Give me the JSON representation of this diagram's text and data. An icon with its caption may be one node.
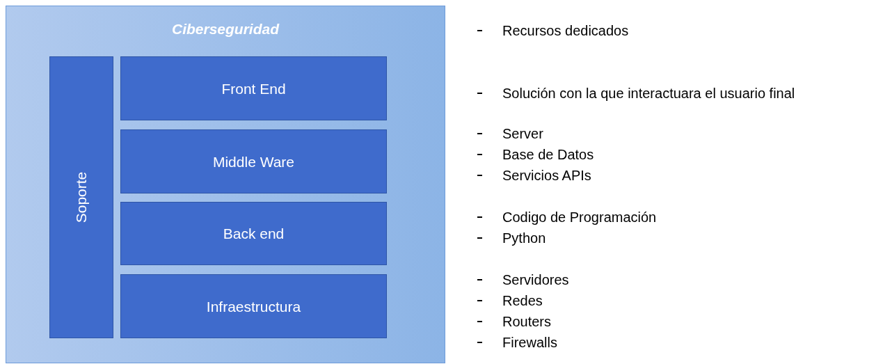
{
  "diagram": {
    "nodes": [
      {
        "text": [
          "Ciberseguridad"
        ]
      },
      {
        "text": [
          "Soporte"
        ],
        "in": 0
      },
      {
        "text": [
          "Front End"
        ],
        "in": 0
      },
      {
        "text": [
          "Middle Ware"
        ],
        "in": 0
      },
      {
        "text": [
          "Back end"
        ],
        "in": 0
      },
      {
        "text": [
          "Infraestructura"
        ],
        "in": 0
      }
    ],
    "labels": [
      "Recursos dedicados",
      "Solución con la que interactuara el usuario final",
      "Server",
      "Base de Datos",
      "Servicios APIs",
      "Codigo de Programación",
      "Python",
      "Servidores",
      "Redes",
      "Routers",
      "Firewalls"
    ]
  }
}
